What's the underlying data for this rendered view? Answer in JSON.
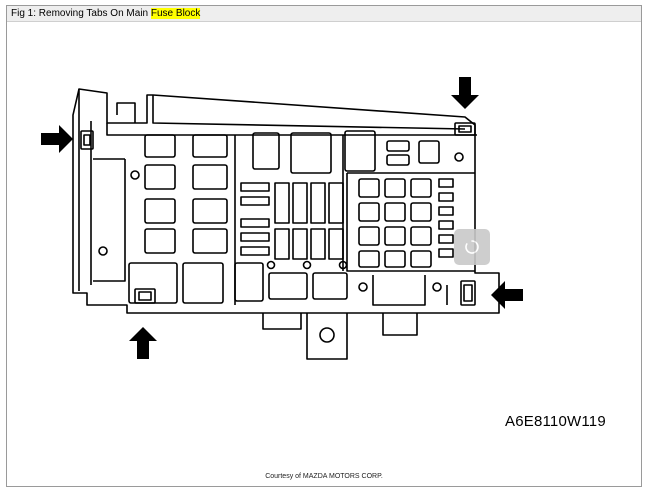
{
  "caption": {
    "prefix": "Fig 1: Removing Tabs On Main ",
    "highlight": "Fuse Block",
    "highlight_color": "#ffff00"
  },
  "figure_code": "A6E8110W119",
  "courtesy": "Courtesy of MAZDA MOTORS CORP.",
  "overlay": {
    "icon": "loading-spinner-icon"
  }
}
